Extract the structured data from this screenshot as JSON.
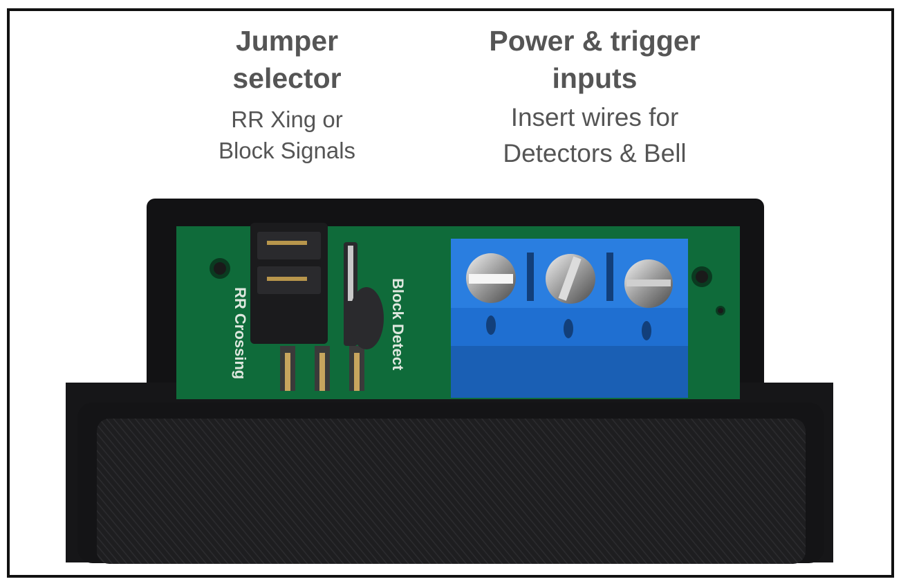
{
  "jumper_label": {
    "title": "Jumper\nselector",
    "subtitle": "RR Xing or\nBlock Signals"
  },
  "power_label": {
    "title": "Power & trigger\ninputs",
    "subtitle": "Insert wires for\nDetectors & Bell"
  },
  "pcb_silkscreen": {
    "left": "RR Crossing",
    "right": "Block Detect"
  },
  "colors": {
    "pcb": "#0f6b3a",
    "terminal_block": "#1f6fd1",
    "enclosure": "#1d1d1f"
  }
}
